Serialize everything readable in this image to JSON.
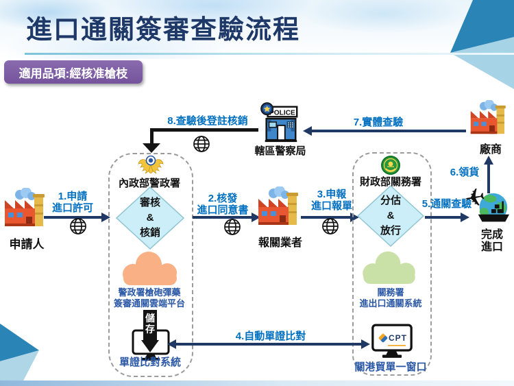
{
  "header": {
    "title": "進口通關簽審查驗流程",
    "badge": "適用品項:經核准槍枝"
  },
  "steps": {
    "s1": "1.申請\n進口許可",
    "s2": "2.核發\n進口同意書",
    "s3": "3.申報\n進口報單",
    "s4": "4.自動單證比對",
    "s5": "5.通關查驗",
    "s6": "6.領貨",
    "s7": "7.實體查驗",
    "s8": "8.查驗後登註核銷"
  },
  "nodes": {
    "applicant": "申請人",
    "broker": "報關業者",
    "manufacturer": "廠商",
    "police_station": "轄區警察局",
    "police_sign": "POLICE",
    "complete": "完成\n進口"
  },
  "left_box": {
    "agency": "內政部警政署",
    "diamond": "審核\n&\n核銷",
    "cloud": "警政署槍砲彈藥\n簽審通關雲端平台",
    "save": "儲存",
    "system": "單證比對系統"
  },
  "right_box": {
    "agency": "財政部關務署",
    "diamond": "分估\n&\n放行",
    "cloud": "關務署\n進出口通關系統",
    "logo": "CPT",
    "system": "關港貿單一窗口"
  },
  "colors": {
    "step_blue": "#0070c0",
    "arrow_navy": "#1f3864",
    "title_navy": "#1e3868",
    "badge_purple": "#74539c",
    "diamond_fill": "#cbeef8",
    "cloud_orange": "#f8b084",
    "cloud_green": "#c9e1a6"
  }
}
